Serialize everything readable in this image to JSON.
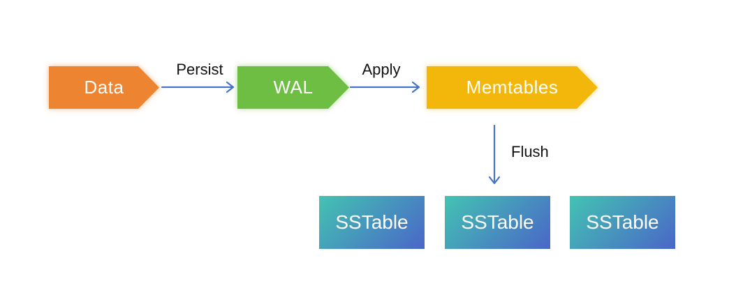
{
  "diagram": {
    "nodes": [
      {
        "id": "data",
        "label": "Data",
        "shape": "arrow-pentagon",
        "color": "#ED8432"
      },
      {
        "id": "wal",
        "label": "WAL",
        "shape": "arrow-pentagon",
        "color": "#6FBE44"
      },
      {
        "id": "memtables",
        "label": "Memtables",
        "shape": "arrow-pentagon",
        "color": "#F3B70C"
      }
    ],
    "edges": [
      {
        "label": "Persist",
        "direction": "right"
      },
      {
        "label": "Apply",
        "direction": "right"
      },
      {
        "label": "Flush",
        "direction": "down"
      }
    ],
    "sstables": [
      {
        "label": "SSTable"
      },
      {
        "label": "SSTable"
      },
      {
        "label": "SSTable"
      }
    ],
    "colors": {
      "background": "#FFFFFF",
      "node_text": "#FFFFFF",
      "edge_arrow": "#4673C8",
      "edge_label_text": "#111111",
      "sstable_gradient_start": "#43C3B2",
      "sstable_gradient_end": "#4A66C8"
    }
  }
}
